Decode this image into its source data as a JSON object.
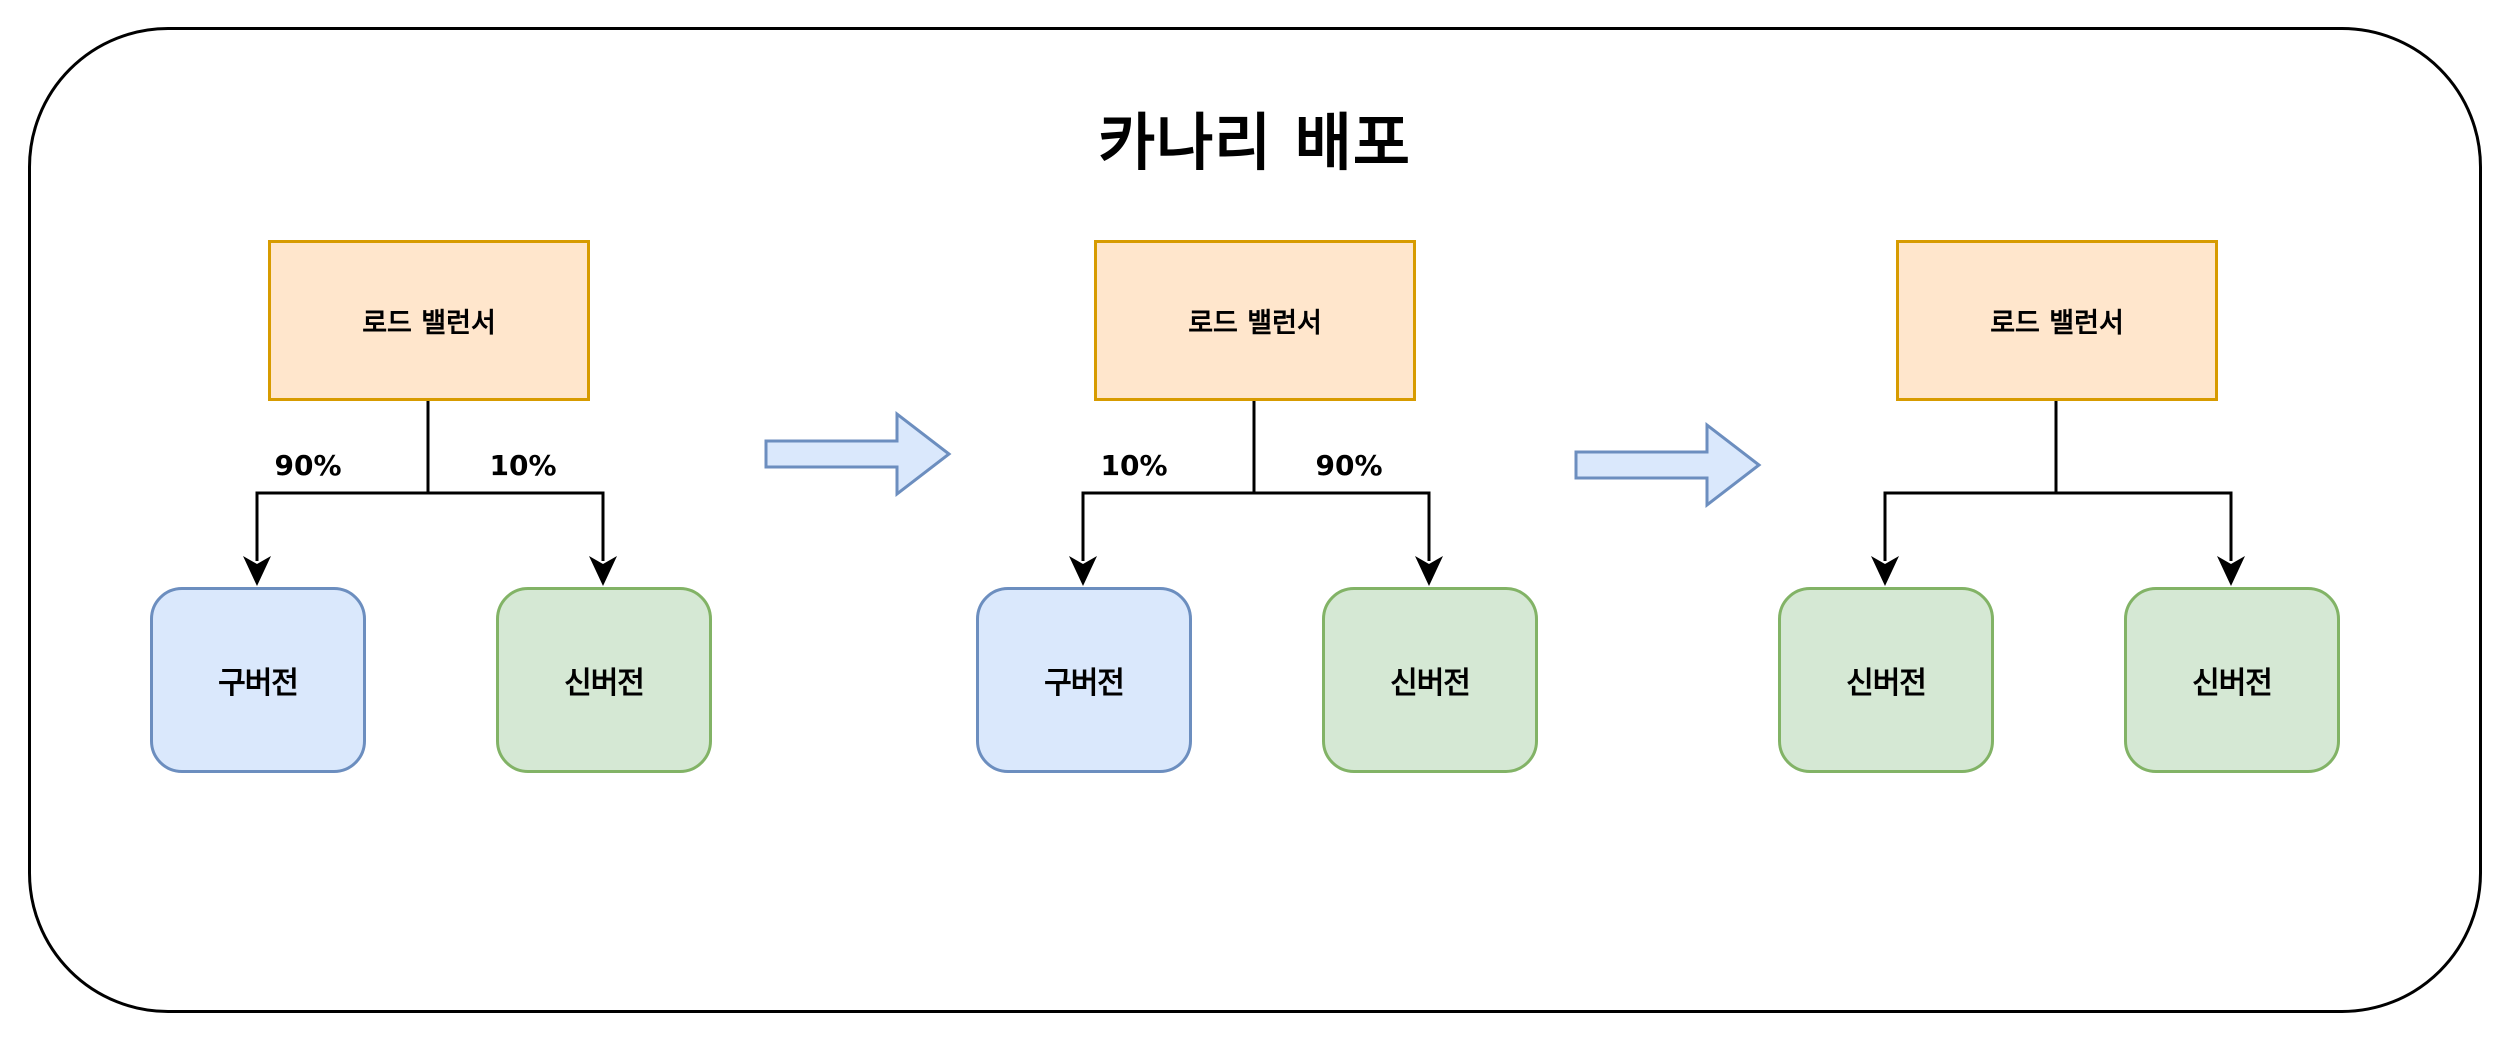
{
  "title": "카나리 배포",
  "stages": [
    {
      "load_balancer": "로드 밸런서",
      "branches": [
        {
          "percent": "90%",
          "label": "구버전",
          "variant": "old"
        },
        {
          "percent": "10%",
          "label": "신버전",
          "variant": "new"
        }
      ]
    },
    {
      "load_balancer": "로드 밸런서",
      "branches": [
        {
          "percent": "10%",
          "label": "구버전",
          "variant": "old"
        },
        {
          "percent": "90%",
          "label": "신버전",
          "variant": "new"
        }
      ]
    },
    {
      "load_balancer": "로드 밸런서",
      "branches": [
        {
          "percent": "",
          "label": "신버전",
          "variant": "new"
        },
        {
          "percent": "",
          "label": "신버전",
          "variant": "new"
        }
      ]
    }
  ],
  "colors": {
    "load_balancer_fill": "#FFE6CC",
    "load_balancer_border": "#D79B00",
    "old_version_fill": "#DAE8FC",
    "old_version_border": "#6C8EBF",
    "new_version_fill": "#D5E8D4",
    "new_version_border": "#82B366",
    "transition_arrow_fill": "#DAE8FC",
    "transition_arrow_border": "#6C8EBF",
    "connector": "#000000"
  }
}
